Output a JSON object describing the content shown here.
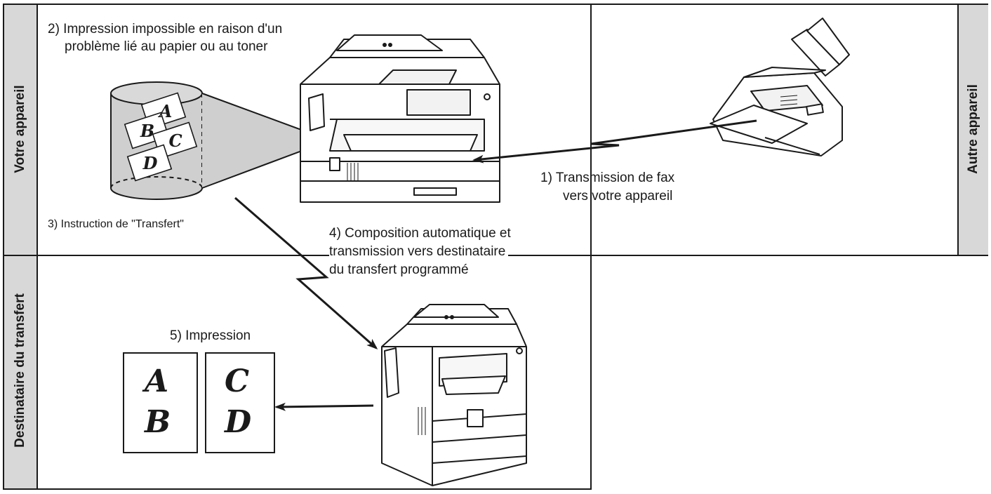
{
  "zones": {
    "votre": {
      "label": "Votre appareil"
    },
    "autre": {
      "label": "Autre appareil"
    },
    "destinataire": {
      "label": "Destinataire du transfert"
    }
  },
  "steps": {
    "s1": {
      "line1": "1) Transmission de fax",
      "line2": "vers votre appareil"
    },
    "s2": {
      "line1": "2) Impression impossible en raison d'un",
      "line2": "problème lié au papier ou au toner"
    },
    "s3": {
      "text": "3) Instruction de \"Transfert\""
    },
    "s4": {
      "line1": "4) Composition automatique et",
      "line2": "transmission vers destinataire",
      "line3": "du transfert programmé"
    },
    "s5": {
      "text": "5) Impression"
    }
  },
  "memory_pages": [
    "A",
    "B",
    "C",
    "D"
  ],
  "printed_pages": {
    "left": {
      "top": "A",
      "bottom": "B"
    },
    "right": {
      "top": "C",
      "bottom": "D"
    }
  },
  "colors": {
    "panel": "#d8d8d8",
    "memory": "#cfcfcf",
    "line": "#1a1a1a"
  }
}
